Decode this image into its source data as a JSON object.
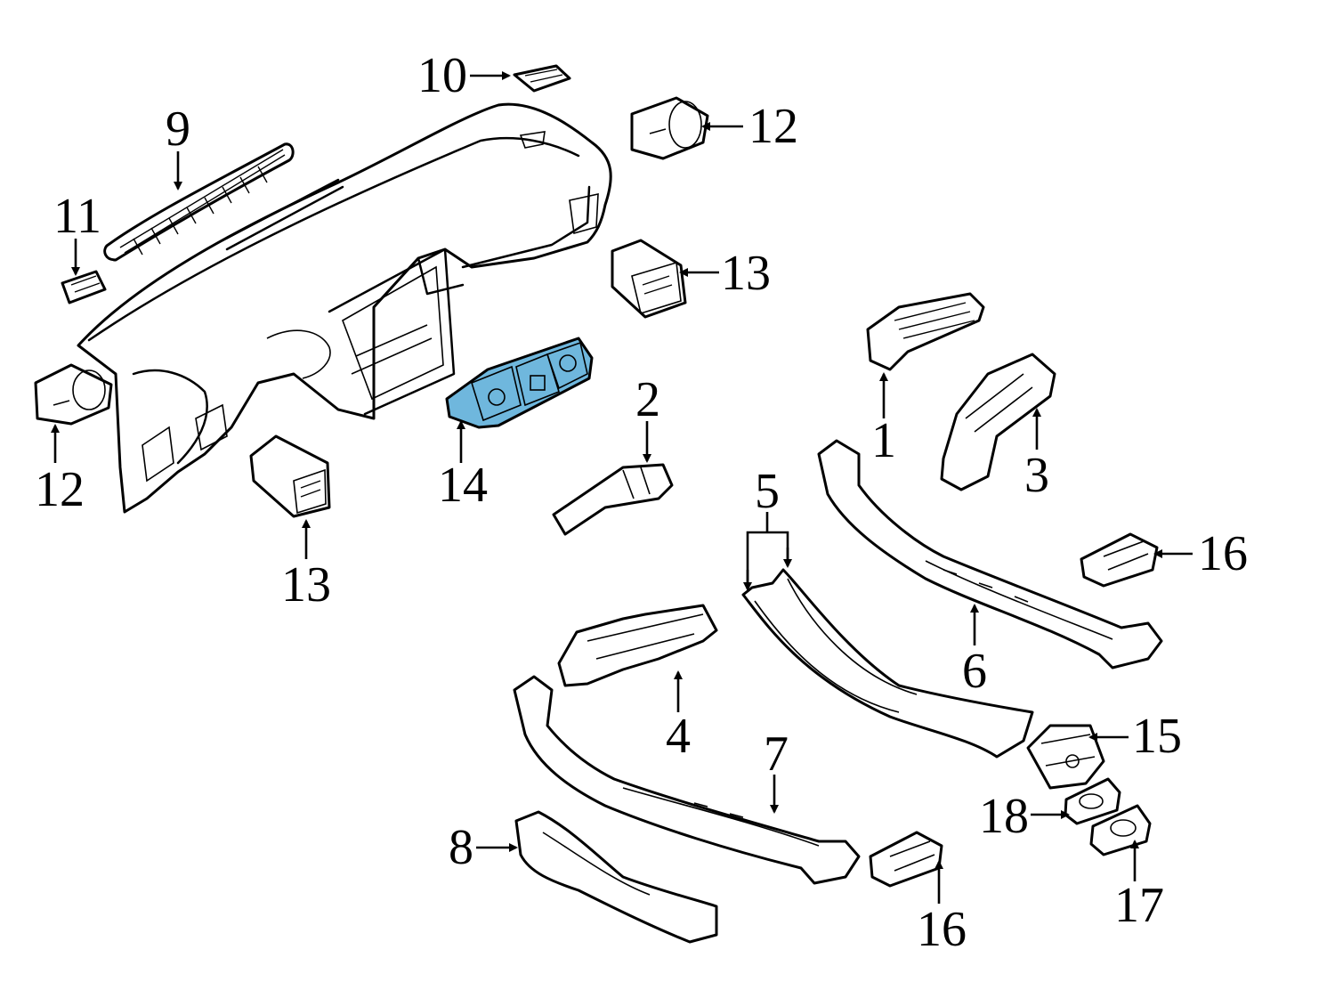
{
  "highlight_color": "#6fb7dd",
  "callouts": [
    {
      "id": "1",
      "label": "1"
    },
    {
      "id": "2",
      "label": "2"
    },
    {
      "id": "3",
      "label": "3"
    },
    {
      "id": "4",
      "label": "4"
    },
    {
      "id": "5",
      "label": "5"
    },
    {
      "id": "6",
      "label": "6"
    },
    {
      "id": "7",
      "label": "7"
    },
    {
      "id": "8",
      "label": "8"
    },
    {
      "id": "9",
      "label": "9"
    },
    {
      "id": "10",
      "label": "10"
    },
    {
      "id": "11",
      "label": "11"
    },
    {
      "id": "12a",
      "label": "12"
    },
    {
      "id": "12b",
      "label": "12"
    },
    {
      "id": "13a",
      "label": "13"
    },
    {
      "id": "13b",
      "label": "13"
    },
    {
      "id": "14",
      "label": "14"
    },
    {
      "id": "15",
      "label": "15"
    },
    {
      "id": "16a",
      "label": "16"
    },
    {
      "id": "16b",
      "label": "16"
    },
    {
      "id": "17",
      "label": "17"
    },
    {
      "id": "18",
      "label": "18"
    }
  ]
}
